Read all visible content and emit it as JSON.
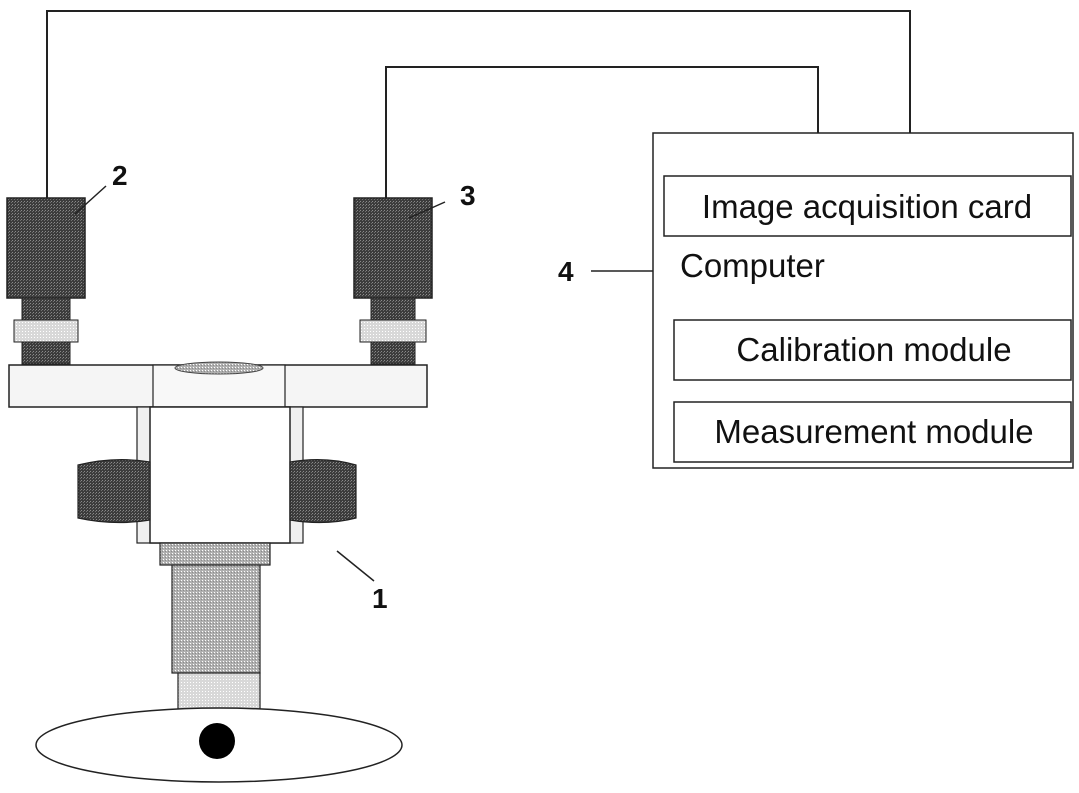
{
  "labels": {
    "microscope_number": "1",
    "left_camera_number": "2",
    "right_camera_number": "3",
    "computer_number": "4"
  },
  "computer": {
    "label": "Computer",
    "modules": {
      "image_acquisition": "Image acquisition card",
      "calibration": "Calibration module",
      "measurement": "Measurement module"
    }
  },
  "colors": {
    "line": "#222222",
    "camera_body": "#3a3a3a",
    "camera_dark": "#2a2a2a",
    "ring_light": "#d8d8d8",
    "mount_fill": "#f4f4f4",
    "lens_gray": "#bdbdbd",
    "eyepiece_dark": "#333333",
    "specimen": "#000000"
  }
}
